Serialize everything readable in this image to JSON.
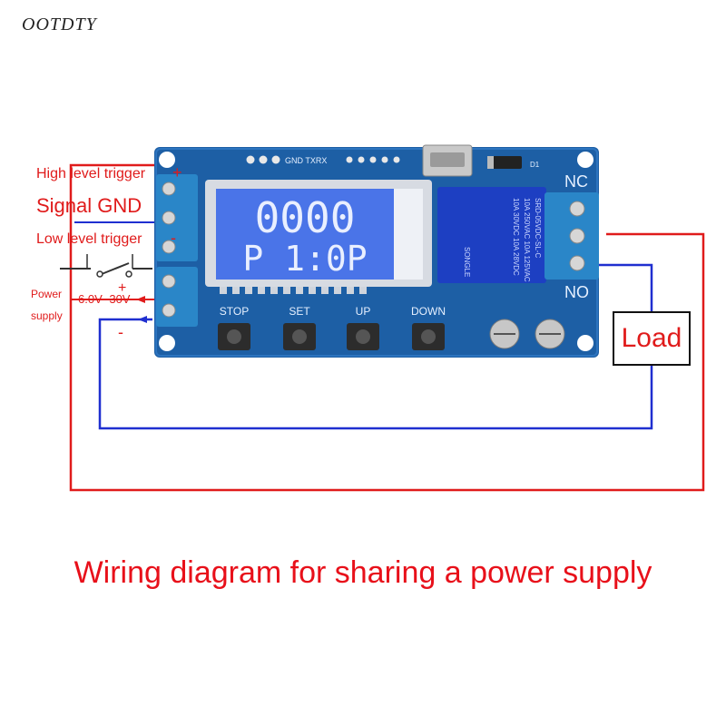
{
  "brand": "OOTDTY",
  "caption": "Wiring diagram for sharing a power supply",
  "labels": {
    "high_trigger": "High level trigger",
    "high_plus": "+",
    "signal_gnd": "Signal GND",
    "low_trigger": "Low level trigger",
    "low_minus": "-",
    "supply_plus": "+",
    "supply_minus": "-",
    "power_line1": "Power",
    "power_line2": "supply",
    "voltage": "6.0V~30V",
    "nc": "NC",
    "no": "NO",
    "load": "Load",
    "d1": "D1"
  },
  "board": {
    "header": "GND TXRX",
    "lcd_top": "0000",
    "lcd_bottom": "P 1:0P",
    "buttons": [
      "STOP",
      "SET",
      "UP",
      "DOWN"
    ],
    "relay_lines": [
      "SRD-05VDC-SL-C",
      "10A 250VAC  10A 125VAC",
      "10A 30VDC  10A 28VDC",
      "SONGLE"
    ]
  },
  "colors": {
    "red_wire": "#e01b1b",
    "blue_wire": "#1f2fd0",
    "pcb": "#1d5fa5",
    "lcd": "#4a74e8",
    "relay": "#1d3fc2",
    "terminal": "#2a86c8"
  }
}
